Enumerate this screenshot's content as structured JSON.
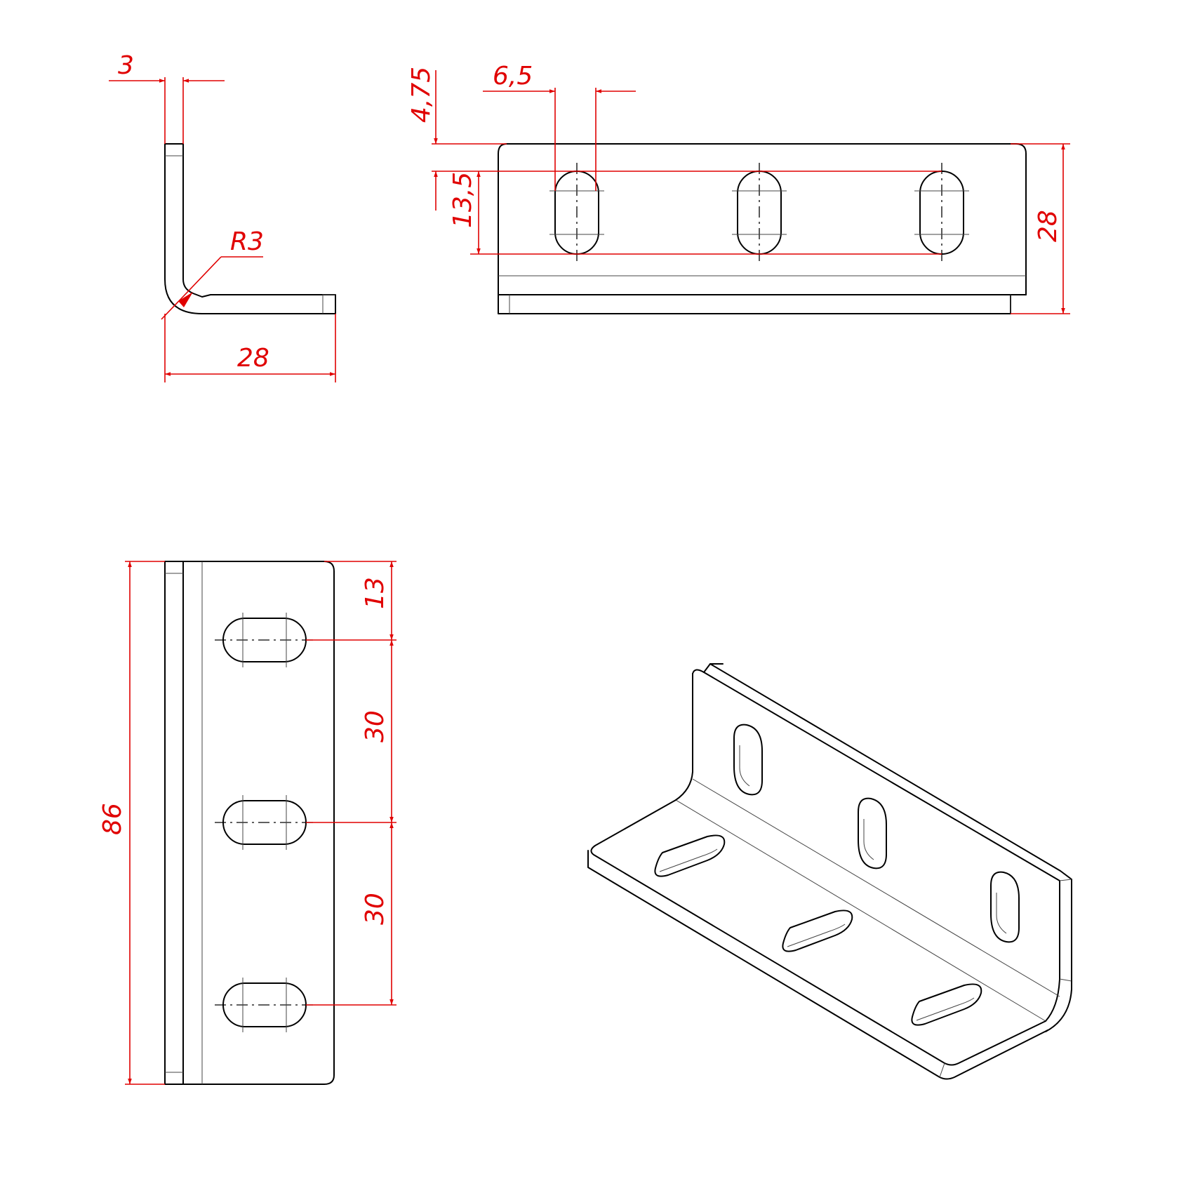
{
  "dimensions": {
    "thickness": "3",
    "bend_radius": "R3",
    "flange_width": "28",
    "slot_width": "6,5",
    "slot_offset": "4,75",
    "slot_length": "13,5",
    "height": "28",
    "total_length": "86",
    "first_pitch": "13",
    "pitch_1": "30",
    "pitch_2": "30"
  },
  "colors": {
    "outline": "#000000",
    "dimension": "#e00000",
    "background": "#ffffff"
  }
}
